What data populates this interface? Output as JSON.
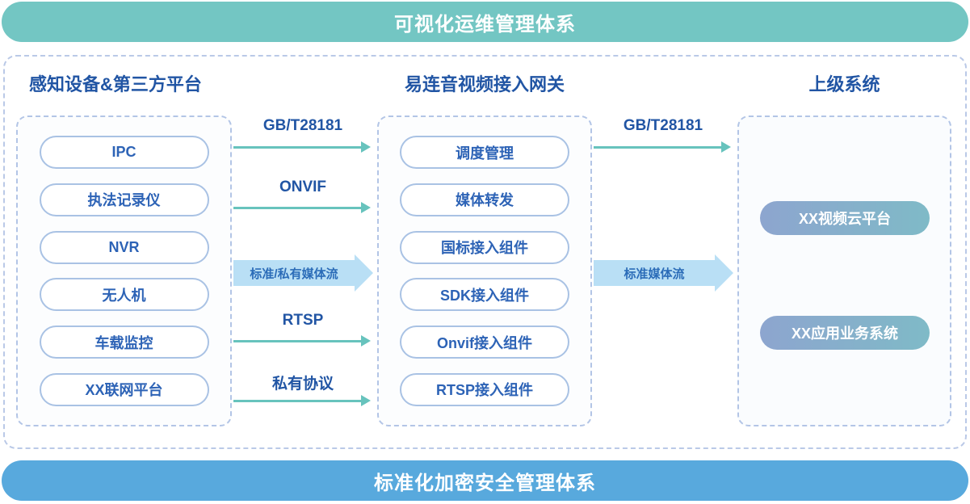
{
  "banners": {
    "top": "可视化运维管理体系",
    "bottom": "标准化加密安全管理体系"
  },
  "columns": {
    "left": {
      "title": "感知设备&第三方平台",
      "items": [
        "IPC",
        "执法记录仪",
        "NVR",
        "无人机",
        "车载监控",
        "XX联网平台"
      ]
    },
    "middle": {
      "title": "易连音视频接入网关",
      "items": [
        "调度管理",
        "媒体转发",
        "国标接入组件",
        "SDK接入组件",
        "Onvif接入组件",
        "RTSP接入组件"
      ]
    },
    "right": {
      "title": "上级系统",
      "items": [
        "XX视频云平台",
        "XX应用业务系统"
      ]
    }
  },
  "flows": {
    "left_to_middle": [
      {
        "label": "GB/T28181",
        "type": "line"
      },
      {
        "label": "ONVIF",
        "type": "line"
      },
      {
        "label": "标准/私有媒体流",
        "type": "block"
      },
      {
        "label": "RTSP",
        "type": "line"
      },
      {
        "label": "私有协议",
        "type": "line"
      }
    ],
    "middle_to_right": [
      {
        "label": "GB/T28181",
        "type": "line"
      },
      {
        "label": "标准媒体流",
        "type": "block"
      }
    ]
  },
  "colors": {
    "top_banner": "#73c6c3",
    "bottom_banner": "#58a9dd",
    "header_text": "#2155a4",
    "pill_border": "#a9c2e4",
    "pill_text": "#2d63b6",
    "dashed_border": "#b3c5e6",
    "arrow_teal": "#67c3bd",
    "block_arrow_fill": "#b9dff5",
    "gradient_pill_start": "#8da5cf",
    "gradient_pill_end": "#7fbac7"
  }
}
